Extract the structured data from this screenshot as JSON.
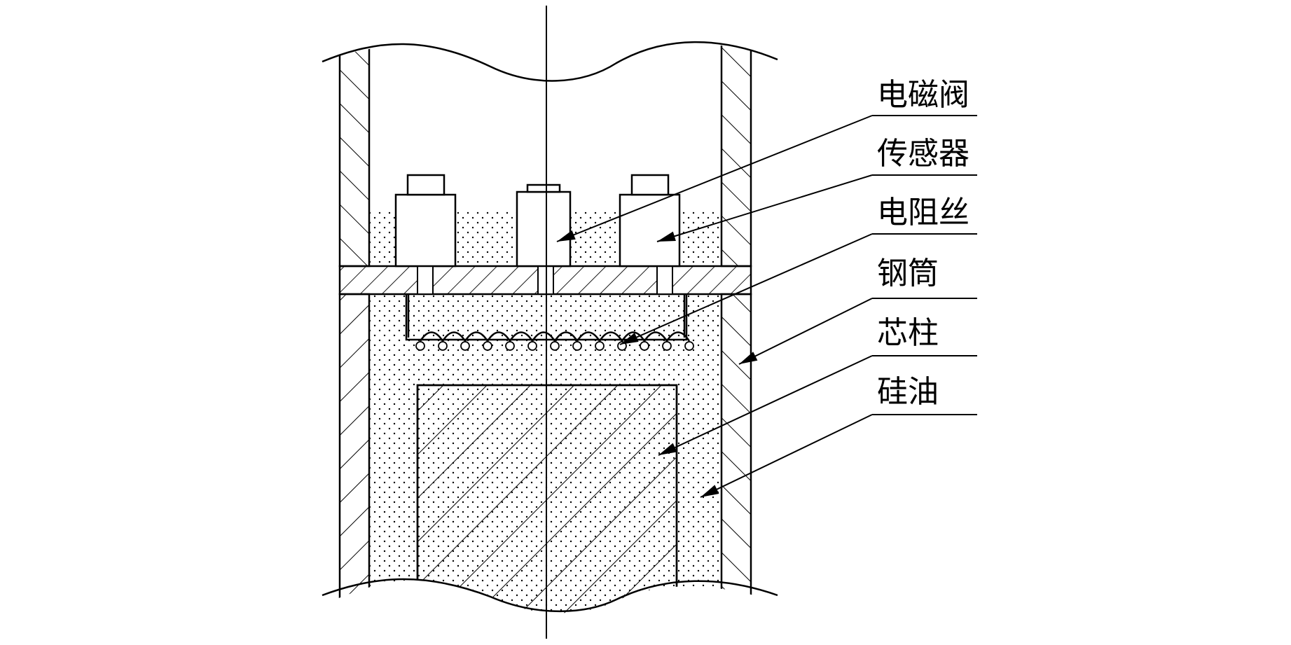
{
  "labels": {
    "solenoid_valve": "电磁阀",
    "sensor": "传感器",
    "heating_wire": "电阻丝",
    "steel_cylinder": "钢筒",
    "core_column": "芯柱",
    "silicone_oil": "硅油"
  },
  "colors": {
    "line": "#000000",
    "background": "#ffffff",
    "oil_dots": "#000000"
  }
}
